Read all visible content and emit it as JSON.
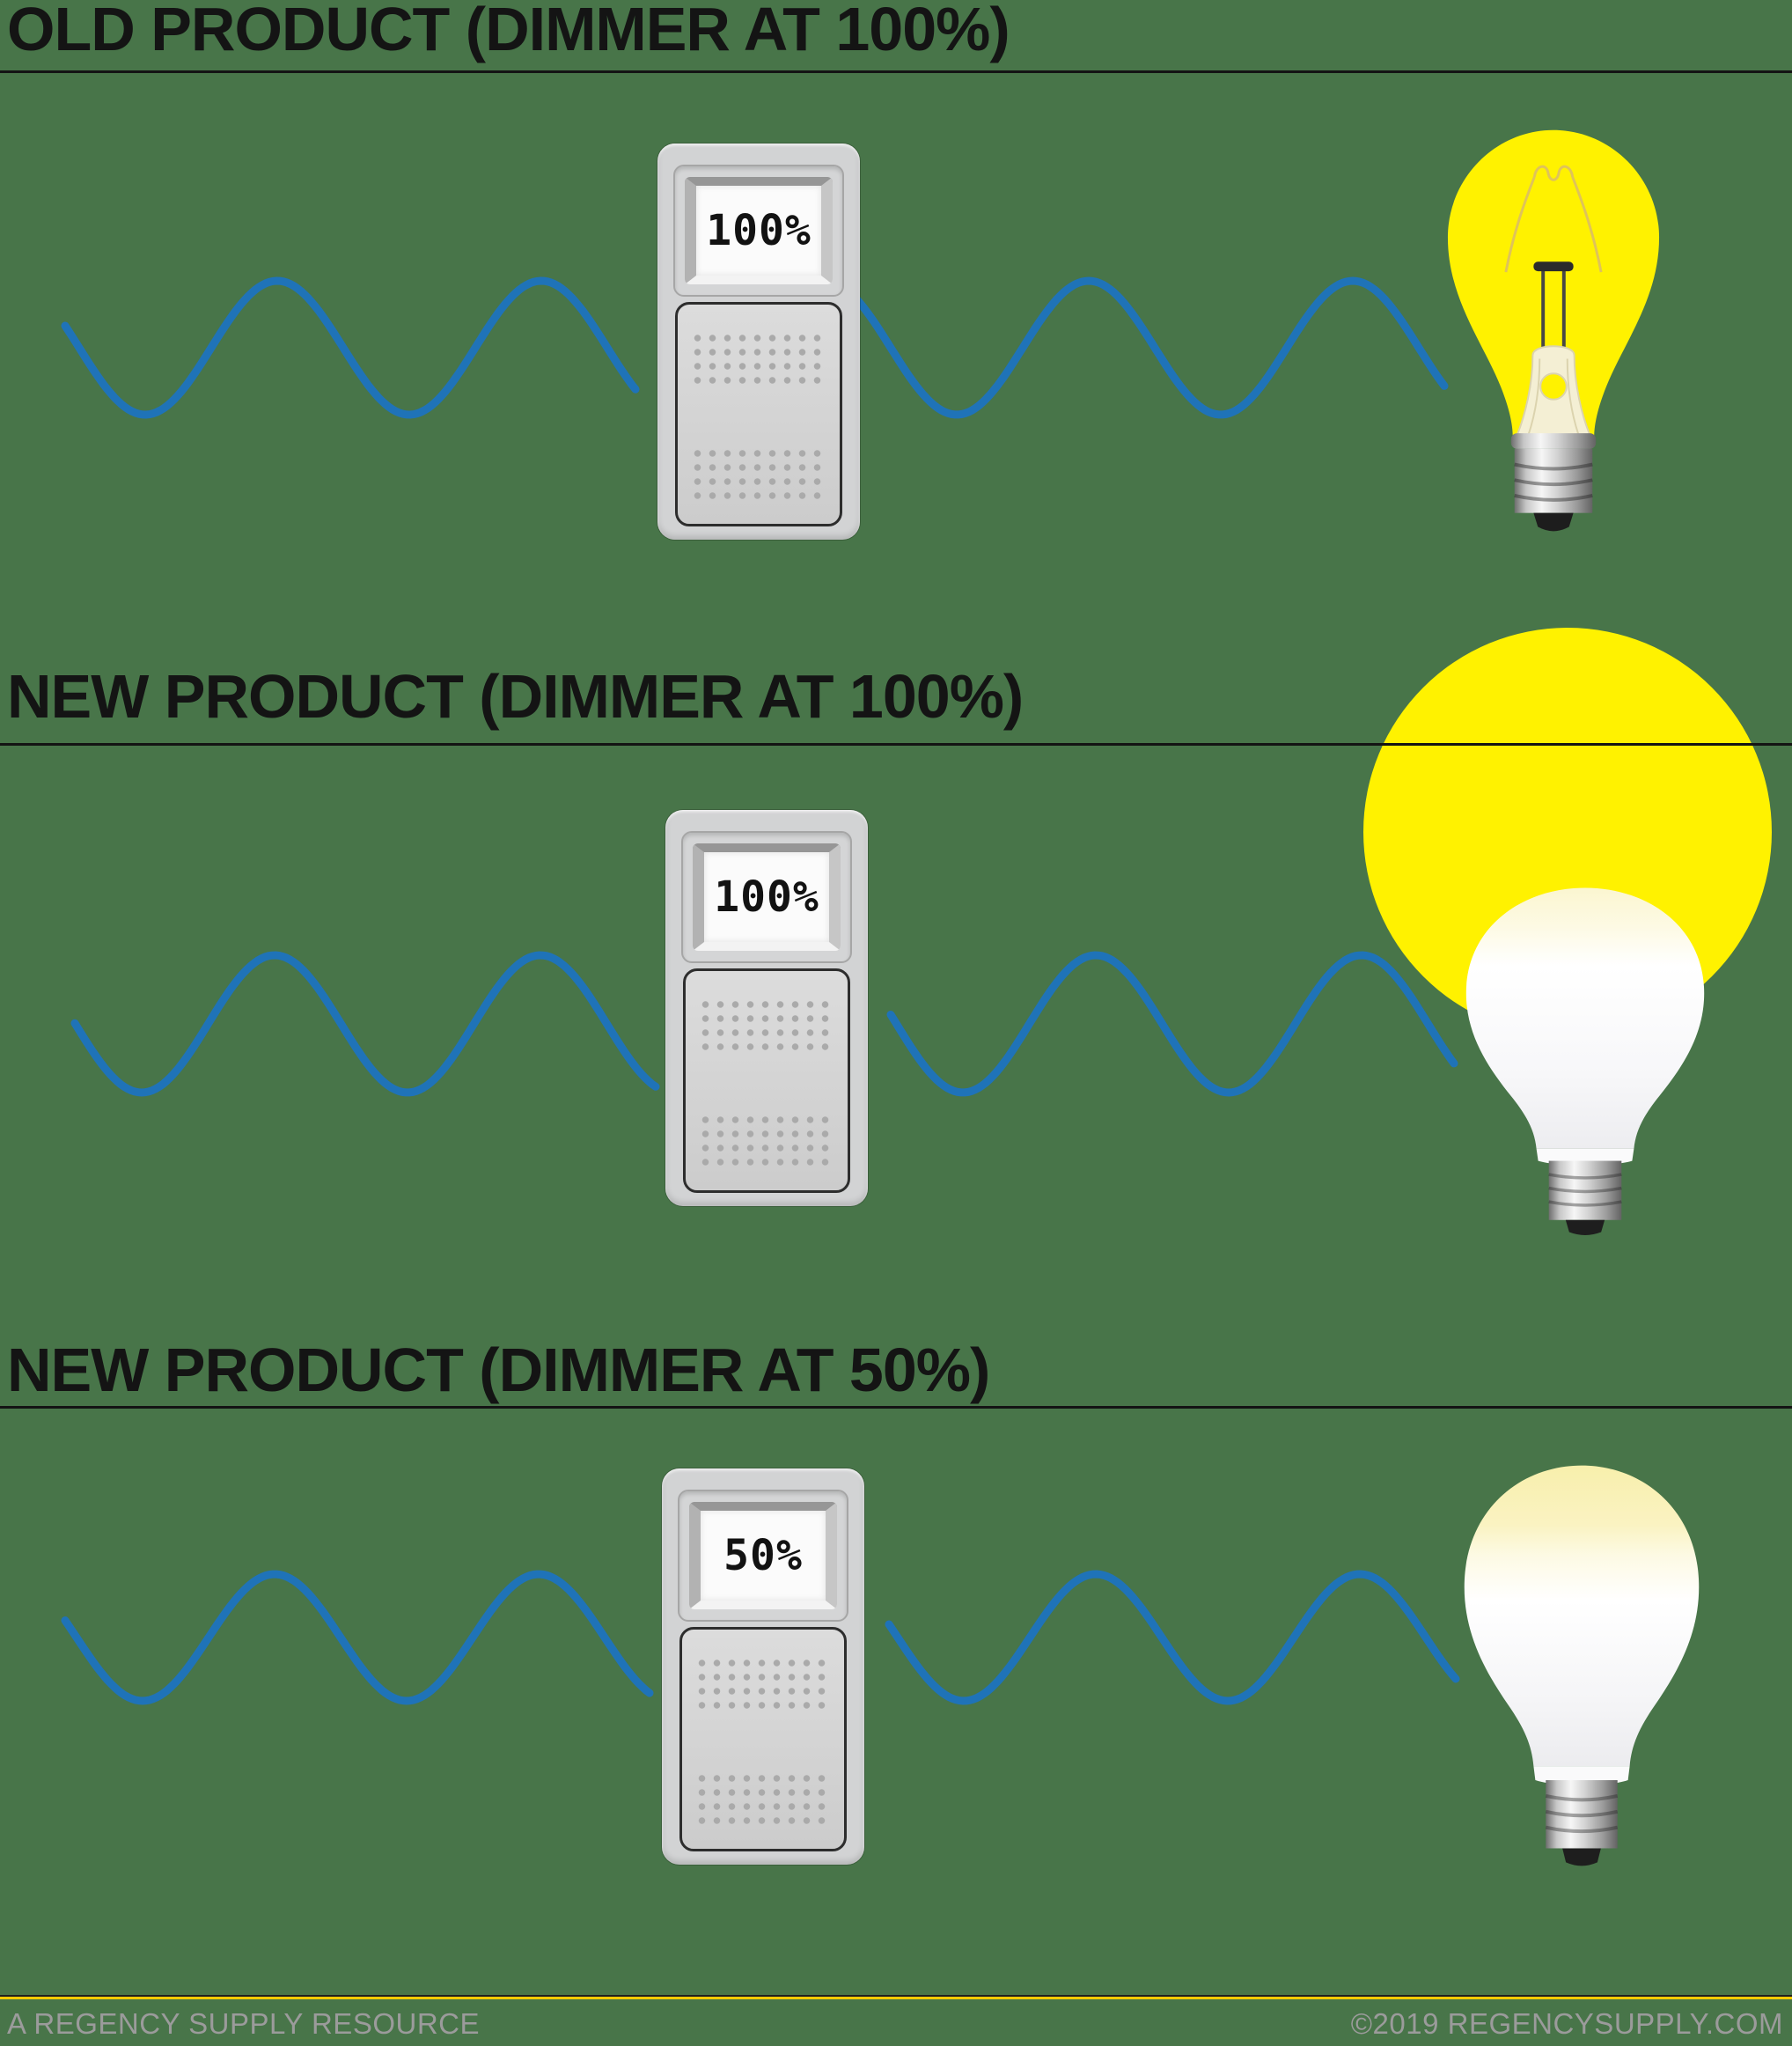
{
  "colors": {
    "background": "#487549",
    "wave_blue": "#1F73B8",
    "glow_yellow": "#FFF200",
    "title_text": "#141414",
    "footer_text": "#9B9B9B",
    "footer_rule_yellow": "#F3CB00",
    "dimmer_body_gray": "#D2D3D4"
  },
  "sections": [
    {
      "title": "OLD PRODUCT (DIMMER AT 100%)",
      "dimmer_value": "100%",
      "bulb": "incandescent-bright"
    },
    {
      "title": "NEW PRODUCT (DIMMER AT 100%)",
      "dimmer_value": "100%",
      "bulb": "led-bright-glow"
    },
    {
      "title": "NEW PRODUCT (DIMMER AT 50%)",
      "dimmer_value": "50%",
      "bulb": "led-dimmed"
    }
  ],
  "footer": {
    "left": "A REGENCY SUPPLY RESOURCE",
    "right": "©2019 REGENCYSUPPLY.COM"
  }
}
